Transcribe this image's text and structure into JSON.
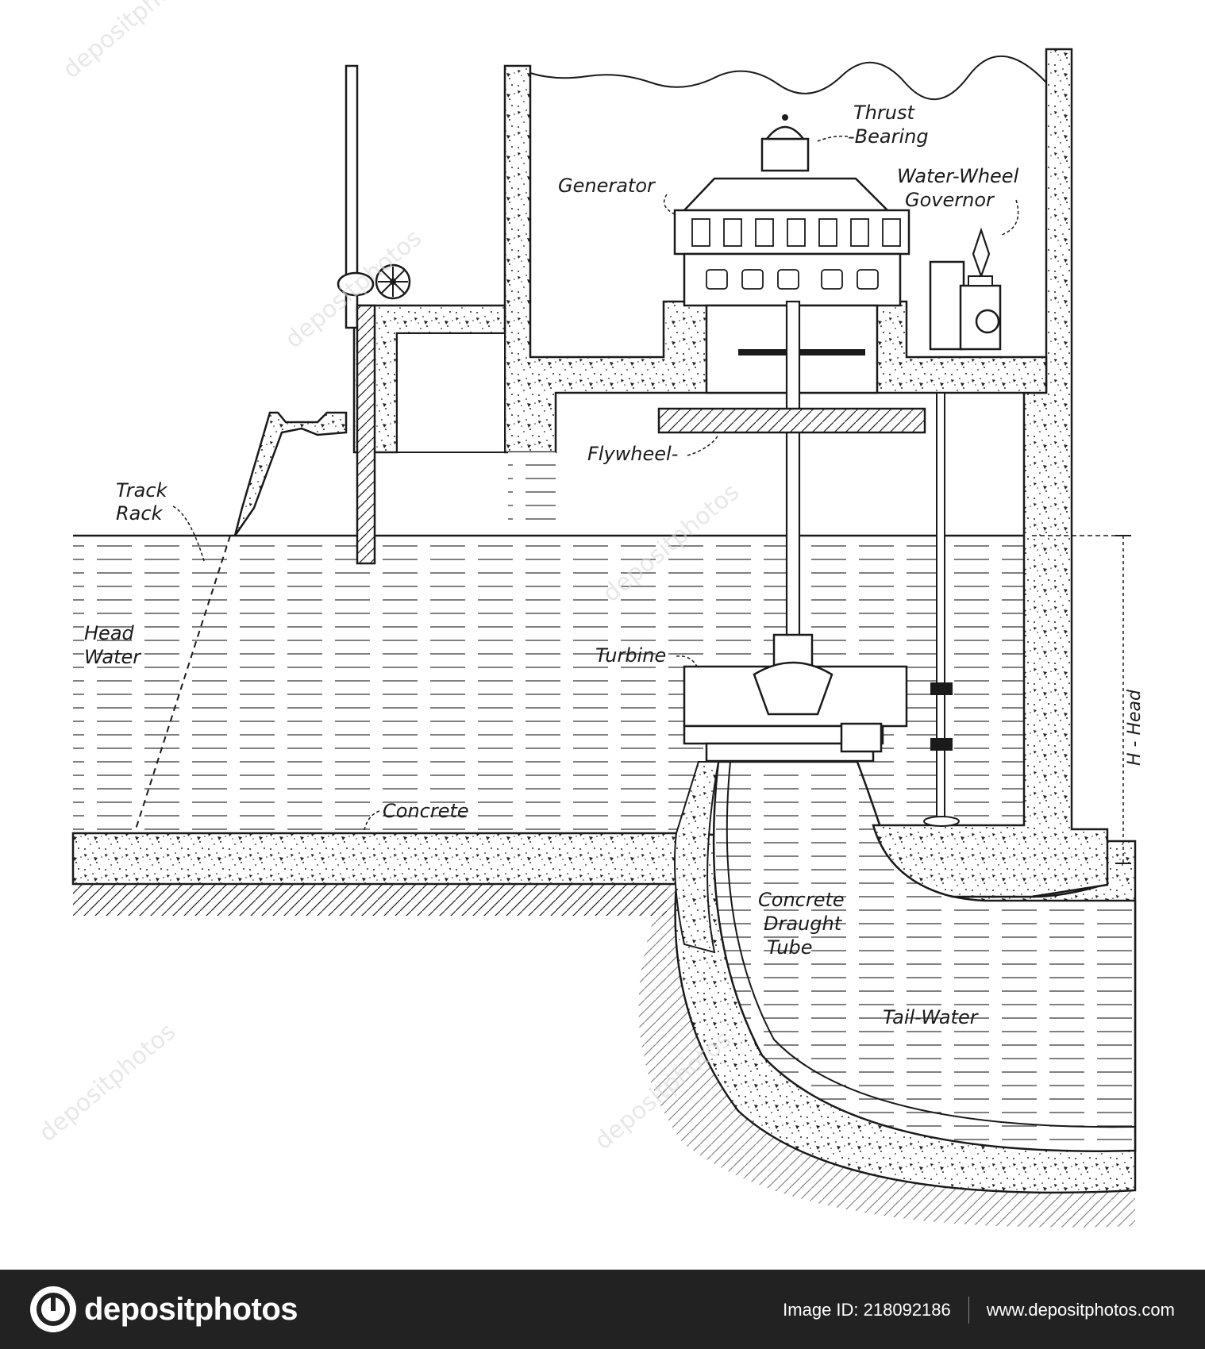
{
  "labels": {
    "thrust_bearing": [
      "Thrust",
      "-Bearing"
    ],
    "generator": "Generator",
    "governor": [
      "Water-Wheel",
      "Governor"
    ],
    "flywheel": "Flywheel-",
    "track_rack": [
      "Track",
      "Rack"
    ],
    "head_water": [
      "Head",
      "Water"
    ],
    "turbine": "Turbine",
    "concrete": "Concrete",
    "draught_tube": [
      "Concrete",
      "Draught",
      "Tube"
    ],
    "tail_water": "Tail-Water",
    "head": "H - Head"
  },
  "watermark": "depositphotos",
  "footer": {
    "brand": "depositphotos",
    "image_id": "Image ID: 218092186",
    "website": "www.depositphotos.com"
  },
  "colors": {
    "ink": "#1a1a1a",
    "footer_bg": "#222222",
    "water_line": "#333333"
  }
}
